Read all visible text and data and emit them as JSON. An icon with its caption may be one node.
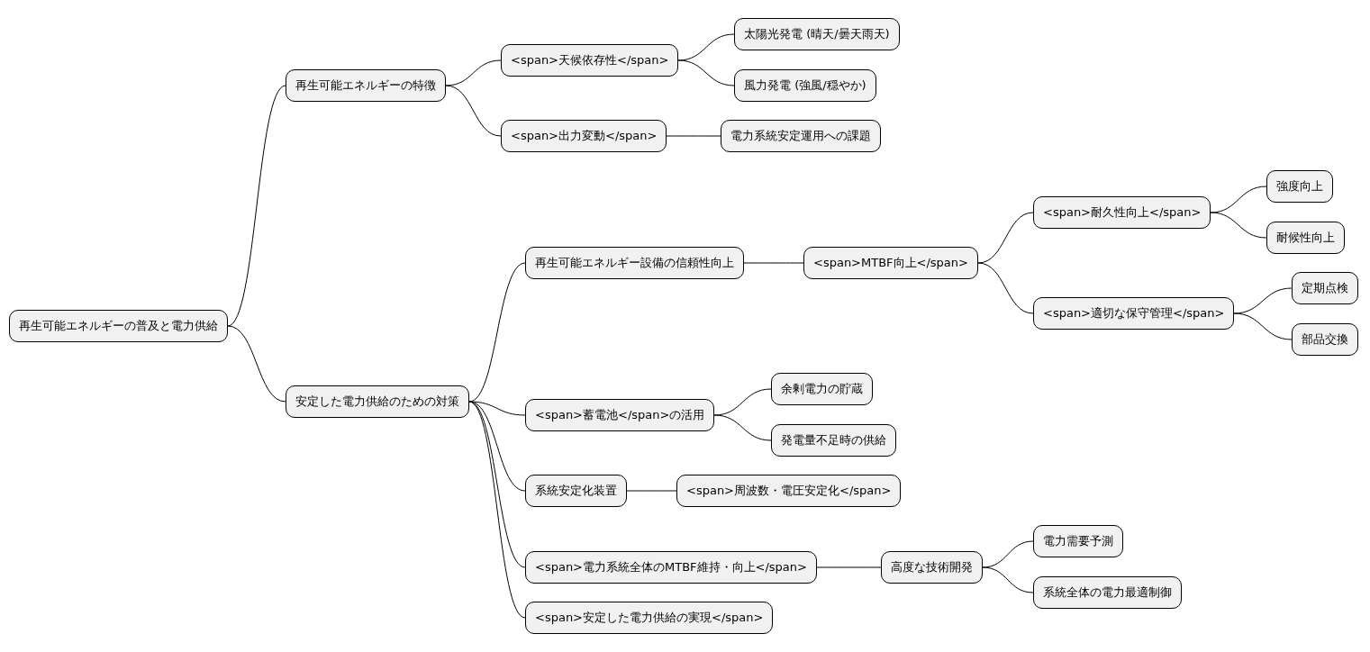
{
  "diagram": {
    "nodes": [
      {
        "text": [
          "再生可能エネルギーの普及と電力供給"
        ]
      },
      {
        "text": [
          "再生可能エネルギーの特徴"
        ]
      },
      {
        "text": [
          "<span>天候依存性</span>"
        ]
      },
      {
        "text": [
          "太陽光発電 (晴天/曇天雨天)"
        ]
      },
      {
        "text": [
          "風力発電 (強風/穏やか)"
        ]
      },
      {
        "text": [
          "<span>出力変動</span>"
        ]
      },
      {
        "text": [
          "電力系統安定運用への課題"
        ]
      },
      {
        "text": [
          "安定した電力供給のための対策"
        ]
      },
      {
        "text": [
          "再生可能エネルギー設備の信頼性向上"
        ]
      },
      {
        "text": [
          "<span>MTBF向上</span>"
        ]
      },
      {
        "text": [
          "<span>耐久性向上</span>"
        ]
      },
      {
        "text": [
          "強度向上"
        ]
      },
      {
        "text": [
          "耐候性向上"
        ]
      },
      {
        "text": [
          "<span>適切な保守管理</span>"
        ]
      },
      {
        "text": [
          "定期点検"
        ]
      },
      {
        "text": [
          "部品交換"
        ]
      },
      {
        "text": [
          "<span>蓄電池</span>の活用"
        ]
      },
      {
        "text": [
          "余剰電力の貯蔵"
        ]
      },
      {
        "text": [
          "発電量不足時の供給"
        ]
      },
      {
        "text": [
          "系統安定化装置"
        ]
      },
      {
        "text": [
          "<span>周波数・電圧安定化</span>"
        ]
      },
      {
        "text": [
          "<span>電力系統全体のMTBF維持・向上</span>"
        ]
      },
      {
        "text": [
          "高度な技術開発"
        ]
      },
      {
        "text": [
          "電力需要予測"
        ]
      },
      {
        "text": [
          "系統全体の電力最適制御"
        ]
      },
      {
        "text": [
          "<span>安定した電力供給の実現</span>"
        ]
      }
    ],
    "edges": [
      {
        "from": 0,
        "to": 1,
        "arrow": "none"
      },
      {
        "from": 1,
        "to": 2,
        "arrow": "none"
      },
      {
        "from": 2,
        "to": 3,
        "arrow": "none"
      },
      {
        "from": 2,
        "to": 4,
        "arrow": "none"
      },
      {
        "from": 1,
        "to": 5,
        "arrow": "none"
      },
      {
        "from": 5,
        "to": 6,
        "arrow": "none"
      },
      {
        "from": 0,
        "to": 7,
        "arrow": "none"
      },
      {
        "from": 7,
        "to": 8,
        "arrow": "none"
      },
      {
        "from": 8,
        "to": 9,
        "arrow": "none"
      },
      {
        "from": 9,
        "to": 10,
        "arrow": "none"
      },
      {
        "from": 10,
        "to": 11,
        "arrow": "none"
      },
      {
        "from": 10,
        "to": 12,
        "arrow": "none"
      },
      {
        "from": 9,
        "to": 13,
        "arrow": "none"
      },
      {
        "from": 13,
        "to": 14,
        "arrow": "none"
      },
      {
        "from": 13,
        "to": 15,
        "arrow": "none"
      },
      {
        "from": 7,
        "to": 16,
        "arrow": "none"
      },
      {
        "from": 16,
        "to": 17,
        "arrow": "none"
      },
      {
        "from": 16,
        "to": 18,
        "arrow": "none"
      },
      {
        "from": 7,
        "to": 19,
        "arrow": "none"
      },
      {
        "from": 19,
        "to": 20,
        "arrow": "none"
      },
      {
        "from": 7,
        "to": 21,
        "arrow": "none"
      },
      {
        "from": 21,
        "to": 22,
        "arrow": "none"
      },
      {
        "from": 22,
        "to": 23,
        "arrow": "none"
      },
      {
        "from": 22,
        "to": 24,
        "arrow": "none"
      },
      {
        "from": 7,
        "to": 25,
        "arrow": "none"
      }
    ]
  }
}
